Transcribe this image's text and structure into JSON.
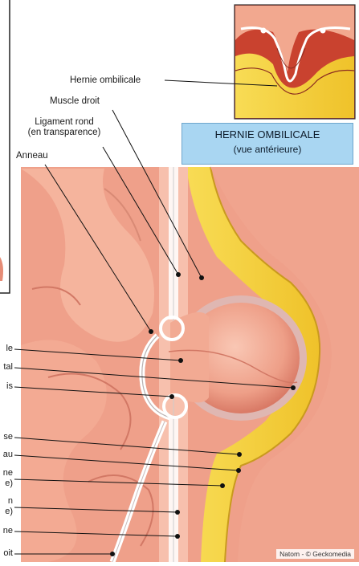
{
  "title_box": {
    "line1": "HERNIE OMBILICALE",
    "line2": "(vue antérieure)"
  },
  "labels": {
    "hernie_ombilicale": "Hernie ombilicale",
    "muscle_droit": "Muscle droit",
    "ligament_rond_1": "Ligament rond",
    "ligament_rond_2": "(en transparence)",
    "anneau": "Anneau"
  },
  "left_cut_labels": [
    "le",
    "tal",
    "is",
    "se",
    "au",
    "ne",
    "e)",
    "n",
    "e)",
    "ne",
    "oit"
  ],
  "credit": "Natom - © Geckomedia",
  "colors": {
    "skin": "#f0a088",
    "fat": "#f4d03a",
    "muscle": "#d24a3a",
    "title_bg": "#a9d6f2"
  }
}
